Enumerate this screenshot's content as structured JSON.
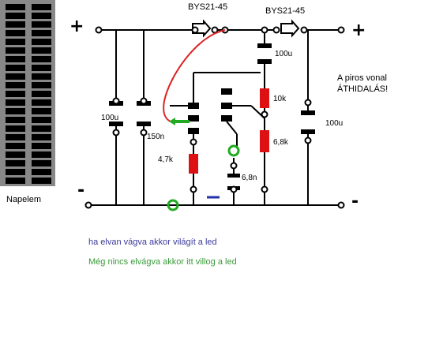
{
  "diode1_label": "BYS21-45",
  "diode2_label": "BYS21-45",
  "panel_label": "Napelem",
  "plus_left": "+",
  "plus_right": "+",
  "minus_left": "-",
  "minus_right": "-",
  "cap_left_label": "100u",
  "cap_150_label": "150n",
  "cap_top_right_label": "100u",
  "cap_right_label": "100u",
  "cap_68_label": "6,8n",
  "res_47_label": "4,7k",
  "res_10k_label": "10k",
  "res_68k_label": "6,8k",
  "note_red_line1": "A piros vonal",
  "note_red_line2": "ÁTHIDALÁS!",
  "note_blue": "ha elvan vágva akkor világít a led",
  "note_green": "Még nincs elvágva akkor itt villog a led",
  "colors": {
    "resistor": "#dd1111",
    "bridge": "#dd2222",
    "led_marker": "#22aa22",
    "cut_marker": "#2233aa",
    "panel_cell": "#000000",
    "panel_frame": "#888888"
  }
}
